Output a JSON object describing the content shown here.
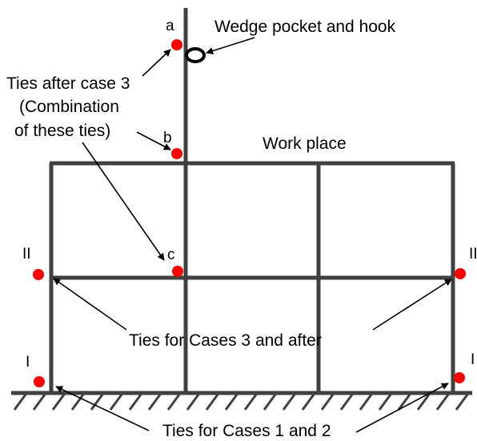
{
  "labels": {
    "wedge_pocket": "Wedge pocket and hook",
    "ties_case3_line1": "Ties after case 3",
    "ties_case3_line2": "(Combination",
    "ties_case3_line3": "of these ties)",
    "work_place": "Work place",
    "ties_cases3_after": "Ties for Cases 3 and after",
    "ties_cases12": "Ties for Cases 1 and 2"
  },
  "points": {
    "a": "a",
    "b": "b",
    "c": "c",
    "left_II": "II",
    "right_II": "II",
    "left_I": "I",
    "right_I": "I"
  },
  "colors": {
    "structure": "#404040",
    "tie_point": "#ff0000",
    "text": "#000000"
  }
}
